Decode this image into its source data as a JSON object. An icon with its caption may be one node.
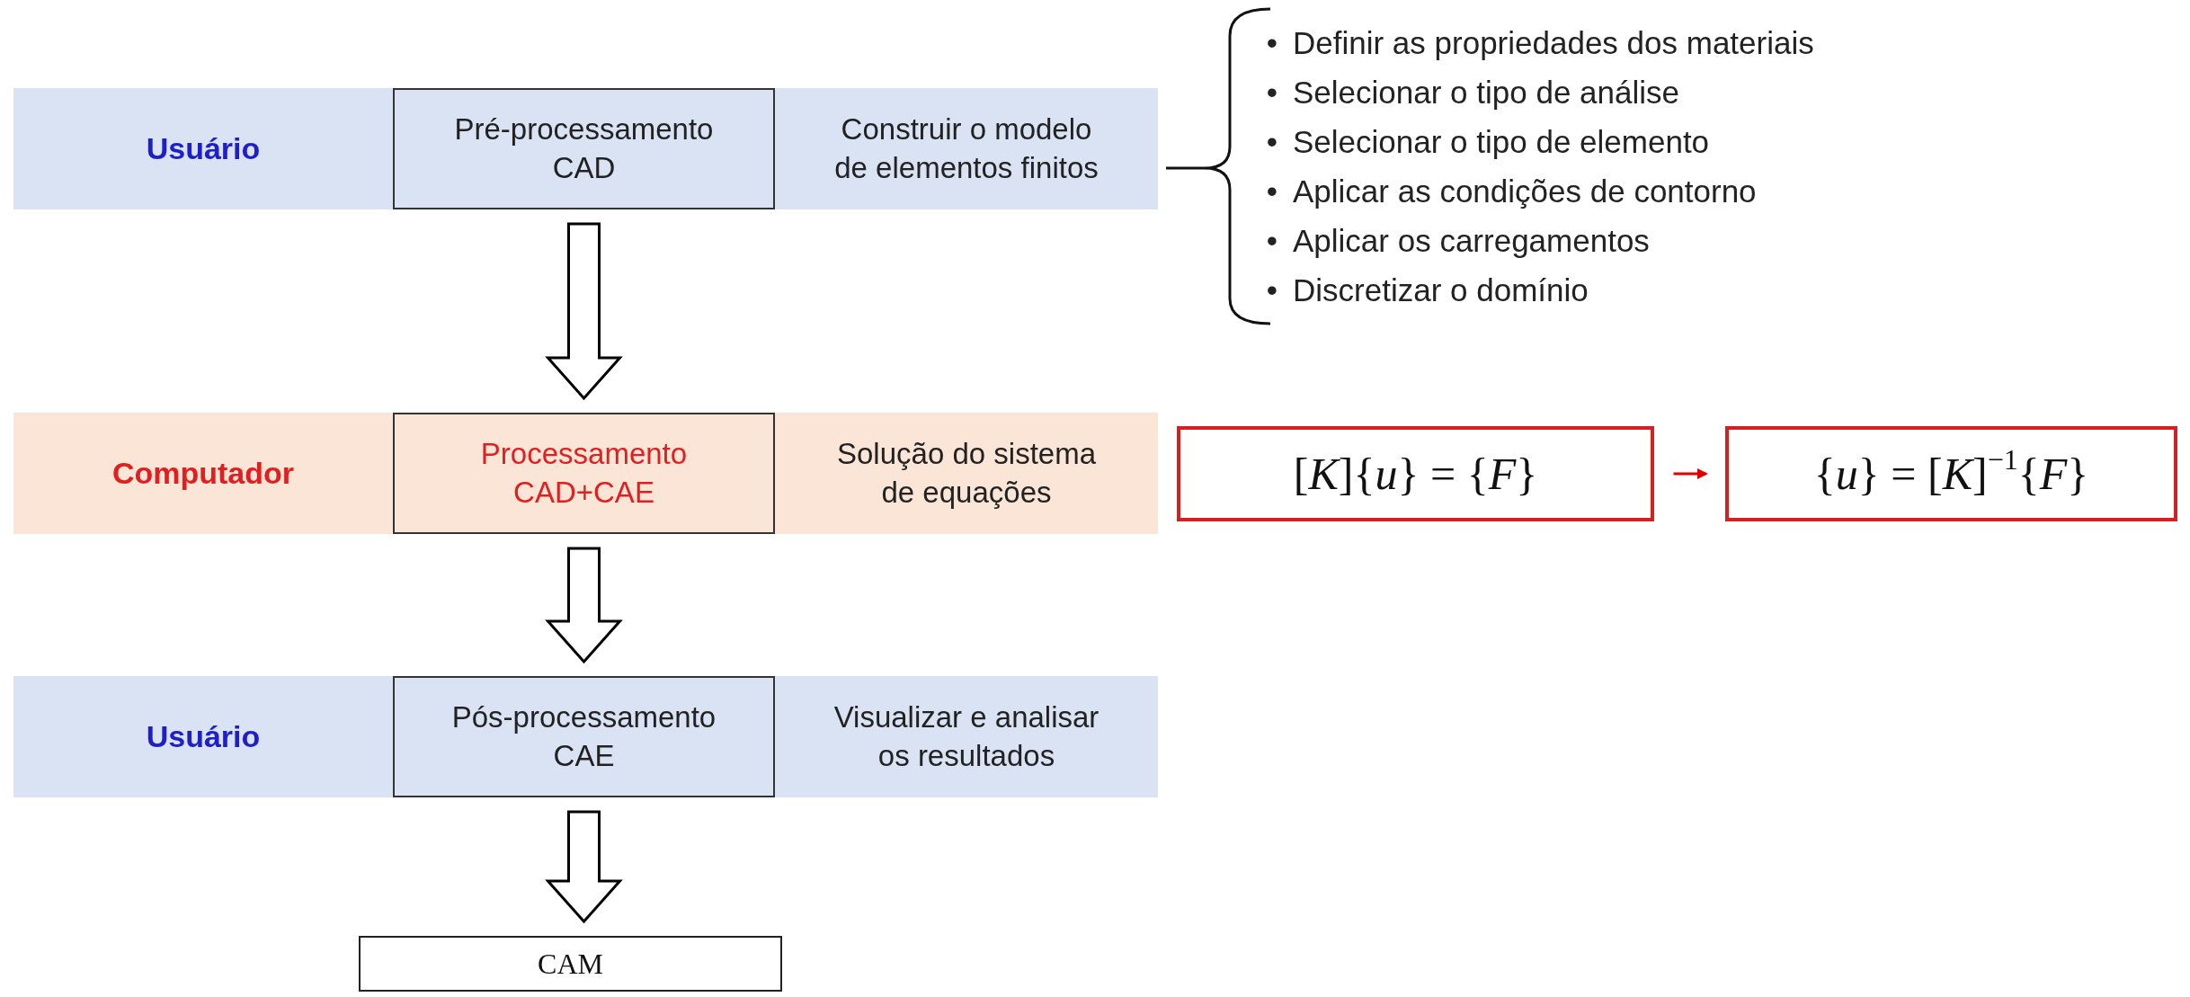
{
  "diagram": {
    "nodes": [
      {
        "text": [
          "Usuário",
          "Construir o modelo de elementos finitos"
        ]
      },
      {
        "text": [
          "Pré-processamento CAD"
        ],
        "in": 0
      },
      {
        "text": [
          "Computador",
          "Solução do sistema de equações"
        ]
      },
      {
        "text": [
          "Processamento CAD+CAE"
        ],
        "in": 2
      },
      {
        "text": [
          "[*K*]{*u*} = {*F*}"
        ]
      },
      {
        "text": [
          "{*u*} = [*K*]$^{−1}${*F*}"
        ]
      },
      {
        "text": [
          "Usuário",
          "Visualizar e analisar os resultados"
        ]
      },
      {
        "text": [
          "Pós-processamento CAE"
        ],
        "in": 6
      },
      {
        "text": [
          "CAM"
        ]
      }
    ],
    "edges": [
      {
        "from": 1,
        "to": 3,
        "arrow": "to",
        "style": "thick"
      },
      {
        "from": 3,
        "to": 7,
        "arrow": "to",
        "style": "thick"
      },
      {
        "from": 7,
        "to": 8,
        "arrow": "to",
        "style": "thick"
      },
      {
        "from": 4,
        "to": 5,
        "arrow": "to",
        "color": "#e00000"
      }
    ],
    "labels": [
      "•",
      "Definir as propriedades dos materiais",
      "•",
      "Selecionar o tipo de análise",
      "•",
      "Selecionar o tipo de elemento",
      "•",
      "Aplicar as condições de contorno",
      "•",
      "Aplicar os carregamentos",
      "•",
      "Discretizar o domínio"
    ]
  }
}
